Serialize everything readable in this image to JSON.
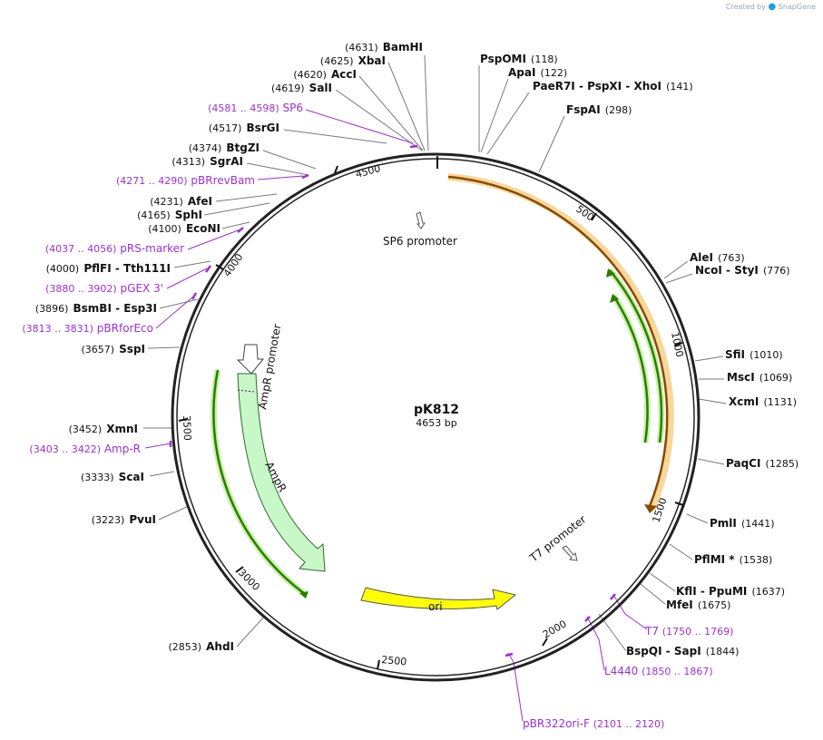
{
  "header": {
    "created_prefix": "Created by",
    "brand": "SnapGene"
  },
  "plasmid": {
    "name": "pK812",
    "length_label": "4653 bp",
    "length": 4653
  },
  "ticks": [
    "500",
    "1000",
    "1500",
    "2000",
    "2500",
    "3000",
    "3500",
    "4000",
    "4500"
  ],
  "enzymes_left": [
    {
      "name": "BamHI",
      "pos": "(4631)"
    },
    {
      "name": "XbaI",
      "pos": "(4625)"
    },
    {
      "name": "AccI",
      "pos": "(4620)"
    },
    {
      "name": "SalI",
      "pos": "(4619)"
    },
    {
      "name": "BsrGI",
      "pos": "(4517)"
    },
    {
      "name": "BtgZI",
      "pos": "(4374)"
    },
    {
      "name": "SgrAI",
      "pos": "(4313)"
    },
    {
      "name": "AfeI",
      "pos": "(4231)"
    },
    {
      "name": "SphI",
      "pos": "(4165)"
    },
    {
      "name": "EcoNI",
      "pos": "(4100)"
    },
    {
      "name": "PflFI",
      "name2": "Tth111I",
      "pos": "(4000)"
    },
    {
      "name": "BsmBI",
      "name2": "Esp3I",
      "pos": "(3896)"
    },
    {
      "name": "SspI",
      "pos": "(3657)"
    },
    {
      "name": "XmnI",
      "pos": "(3452)"
    },
    {
      "name": "ScaI",
      "pos": "(3333)"
    },
    {
      "name": "PvuI",
      "pos": "(3223)"
    },
    {
      "name": "AhdI",
      "pos": "(2853)"
    }
  ],
  "enzymes_right": [
    {
      "name": "PspOMI",
      "pos": "(118)"
    },
    {
      "name": "ApaI",
      "pos": "(122)"
    },
    {
      "name": "PaeR7I",
      "name2": "PspXI",
      "name3": "XhoI",
      "pos": "(141)"
    },
    {
      "name": "FspAI",
      "pos": "(298)"
    },
    {
      "name": "AleI",
      "pos": "(763)"
    },
    {
      "name": "NcoI",
      "name2": "StyI",
      "pos": "(776)"
    },
    {
      "name": "SfiI",
      "pos": "(1010)"
    },
    {
      "name": "MscI",
      "pos": "(1069)"
    },
    {
      "name": "XcmI",
      "pos": "(1131)"
    },
    {
      "name": "PaqCI",
      "pos": "(1285)"
    },
    {
      "name": "PmlI",
      "pos": "(1441)"
    },
    {
      "name": "PflMI *",
      "pos": "(1538)"
    },
    {
      "name": "KflI",
      "name2": "PpuMI",
      "pos": "(1637)"
    },
    {
      "name": "MfeI",
      "pos": "(1675)"
    },
    {
      "name": "BspQI",
      "name2": "SapI",
      "pos": "(1844)"
    }
  ],
  "primers": [
    {
      "name": "SP6",
      "range": "(4581 .. 4598)"
    },
    {
      "name": "pBRrevBam",
      "range": "(4271 .. 4290)"
    },
    {
      "name": "pRS-marker",
      "range": "(4037 .. 4056)"
    },
    {
      "name": "pGEX 3'",
      "range": "(3880 .. 3902)"
    },
    {
      "name": "pBRforEco",
      "range": "(3813 .. 3831)"
    },
    {
      "name": "Amp-R",
      "range": "(3403 .. 3422)"
    },
    {
      "name": "T7",
      "range": "(1750 .. 1769)"
    },
    {
      "name": "L4440",
      "range": "(1850 .. 1867)"
    },
    {
      "name": "pBR322ori-F",
      "range": "(2101 .. 2120)"
    }
  ],
  "features": {
    "sp6_promoter": "SP6 promoter",
    "t7_promoter": "T7 promoter",
    "ampr_promoter": "AmpR promoter",
    "ampr": "AmpR",
    "ori": "ori"
  },
  "colors": {
    "primer": "#9b30d9",
    "ori": "#ffff00",
    "ampr": "#c8f7c8",
    "insert": "#e87a00",
    "green_arc": "#2a7d00",
    "backbone": "#222222"
  }
}
